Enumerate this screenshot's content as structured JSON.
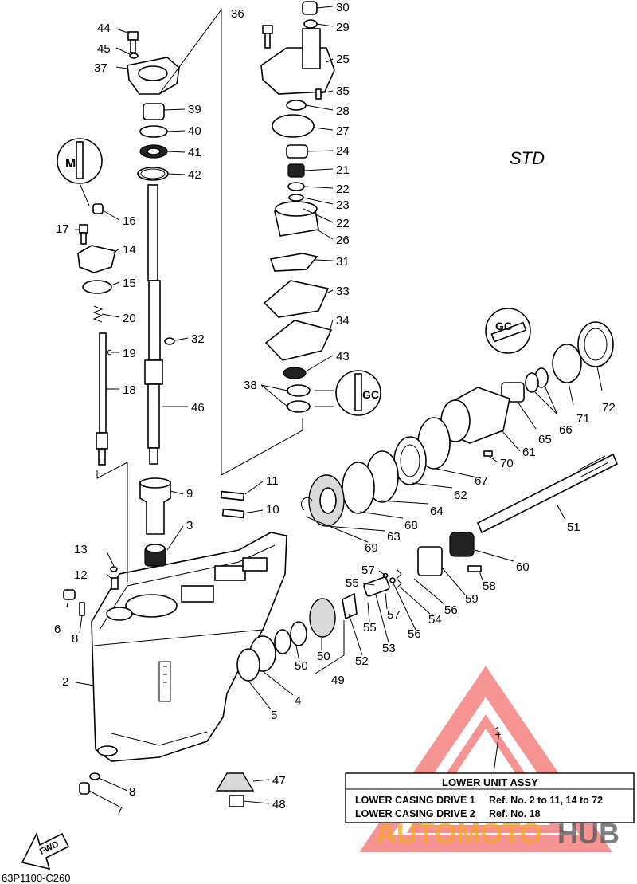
{
  "diagram": {
    "std_label": "STD",
    "fwd_label": "FWD",
    "drawing_code": "63P1100-C260",
    "callouts": [
      "44",
      "45",
      "37",
      "39",
      "40",
      "41",
      "42",
      "16",
      "17",
      "14",
      "15",
      "20",
      "19",
      "18",
      "46",
      "32",
      "9",
      "3",
      "13",
      "12",
      "6",
      "8",
      "2",
      "7",
      "8",
      "36",
      "30",
      "29",
      "25",
      "35",
      "28",
      "27",
      "24",
      "21",
      "22",
      "23",
      "22",
      "26",
      "31",
      "33",
      "34",
      "43",
      "38",
      "11",
      "10",
      "72",
      "71",
      "66",
      "65",
      "61",
      "70",
      "67",
      "62",
      "64",
      "68",
      "63",
      "69",
      "51",
      "60",
      "58",
      "59",
      "56",
      "57",
      "55",
      "54",
      "56",
      "57",
      "55",
      "53",
      "52",
      "50",
      "50",
      "49",
      "4",
      "5",
      "47",
      "48",
      "1"
    ]
  },
  "legend": {
    "title": "LOWER  UNIT ASSY",
    "line1_name": "LOWER CASING DRIVE 1",
    "line1_ref": "Ref. No. 2 to 11, 14 to 72",
    "line2_name": "LOWER CASING DRIVE 2",
    "line2_ref": "Ref. No. 18"
  },
  "watermark": {
    "text_a": "AUTOMOTO",
    "text_b": "HUB",
    "color_a": "#f5a623",
    "color_b": "#555555",
    "triangle_color": "#f03c3c"
  }
}
